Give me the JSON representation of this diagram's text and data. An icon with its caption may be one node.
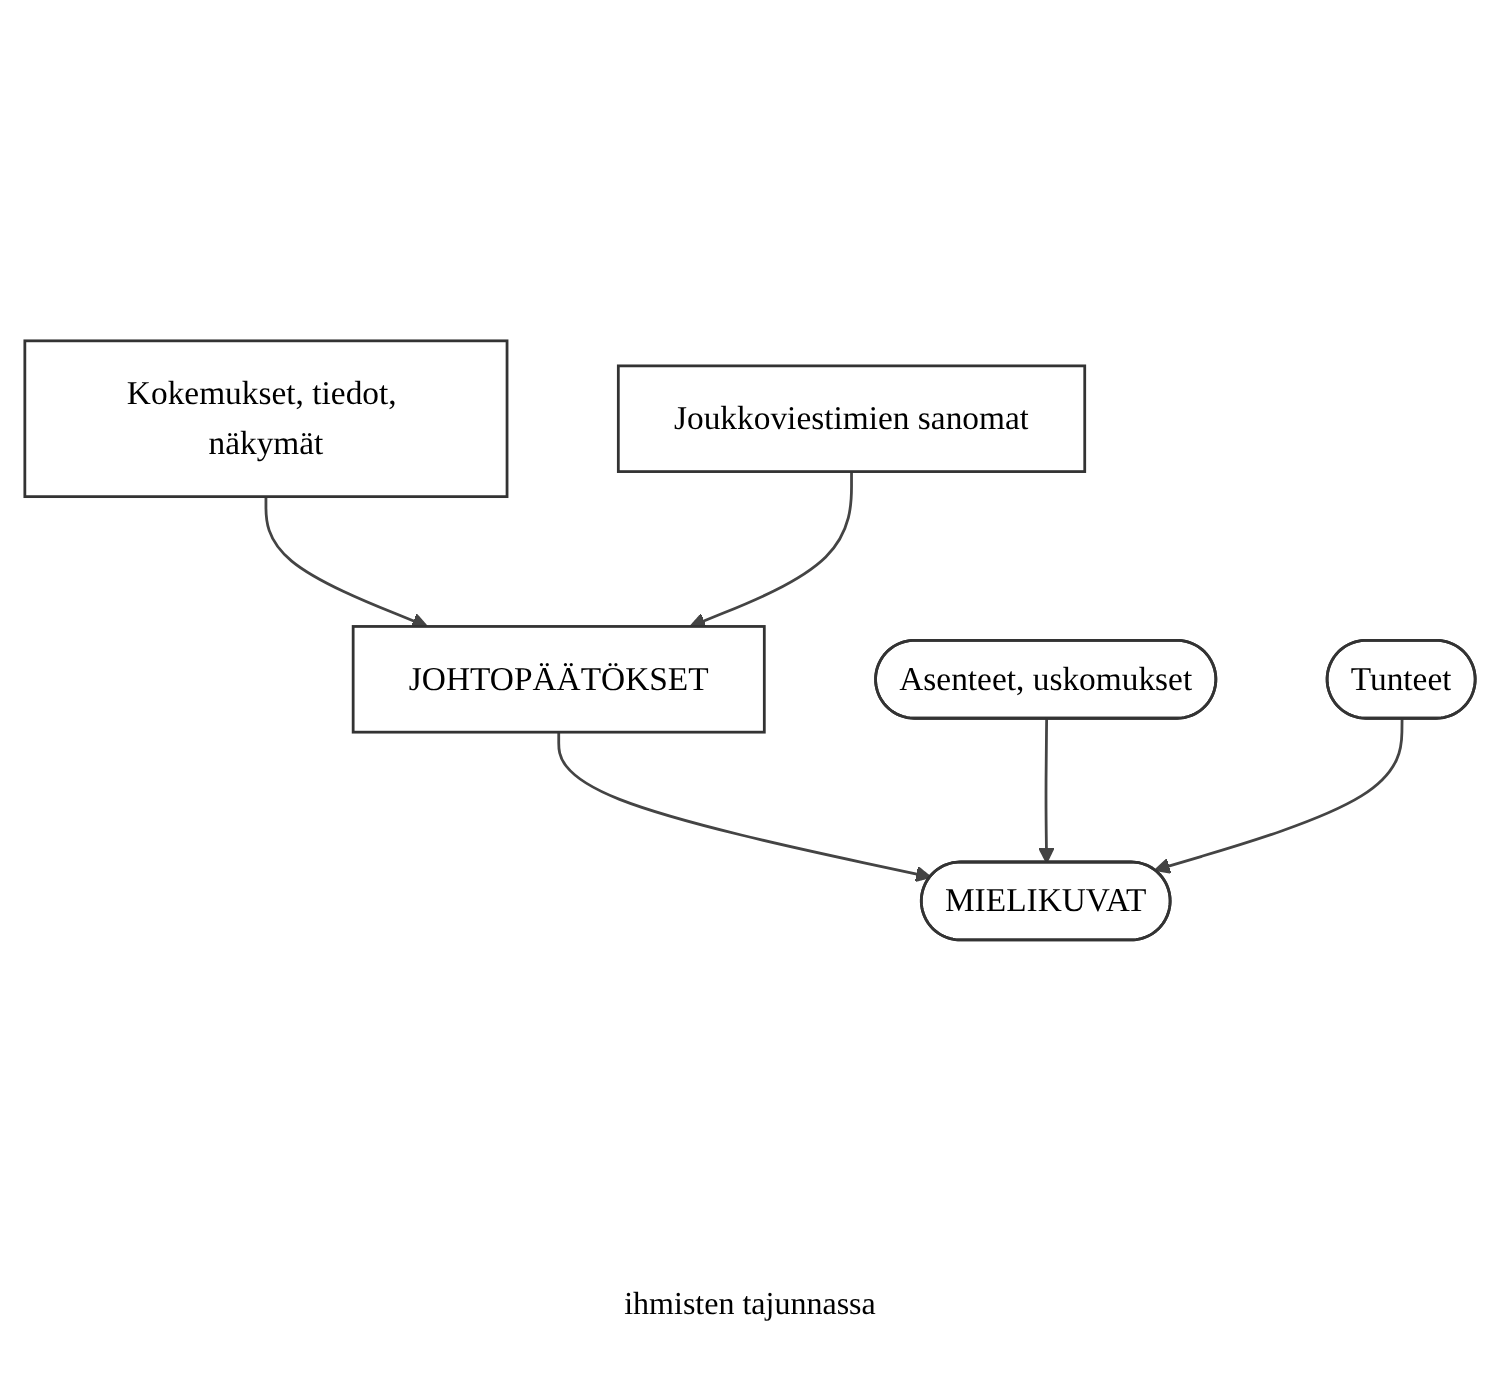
{
  "diagram": {
    "nodes": [
      {
        "text": [
          "Kokemukset, tiedot, näkymät"
        ]
      },
      {
        "text": [
          "Joukkoviestimien sanomat"
        ]
      },
      {
        "text": [
          "JOHTOPÄÄTÖKSET"
        ]
      },
      {
        "text": [
          "Asenteet, uskomukset"
        ]
      },
      {
        "text": [
          "Tunteet"
        ]
      },
      {
        "text": [
          "MIELIKUVAT"
        ]
      }
    ],
    "labels": [
      "ihmisten tajunnassa"
    ],
    "edges": [
      {
        "from": 0,
        "to": 2,
        "arrow": "to"
      },
      {
        "from": 1,
        "to": 2,
        "arrow": "to"
      },
      {
        "from": 2,
        "to": 5,
        "arrow": "to"
      },
      {
        "from": 3,
        "to": 5,
        "arrow": "to"
      },
      {
        "from": 4,
        "to": 5,
        "arrow": "to"
      }
    ]
  }
}
